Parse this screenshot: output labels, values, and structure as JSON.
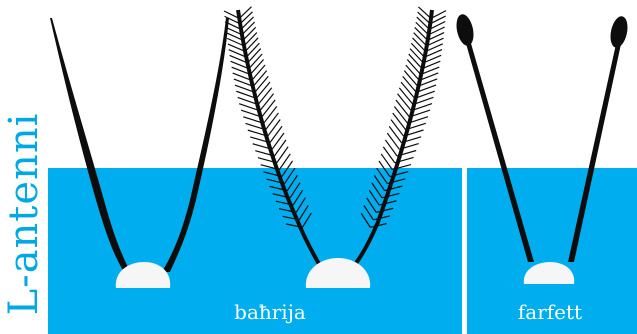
{
  "title": "L-antenni",
  "panels": [
    {
      "label": "baħrija"
    },
    {
      "label": "farfett"
    }
  ],
  "colors": {
    "panel": "#00aeef",
    "title": "#00a9e6",
    "antenna": "#0d0d0d",
    "head": "#f6f6f6"
  }
}
